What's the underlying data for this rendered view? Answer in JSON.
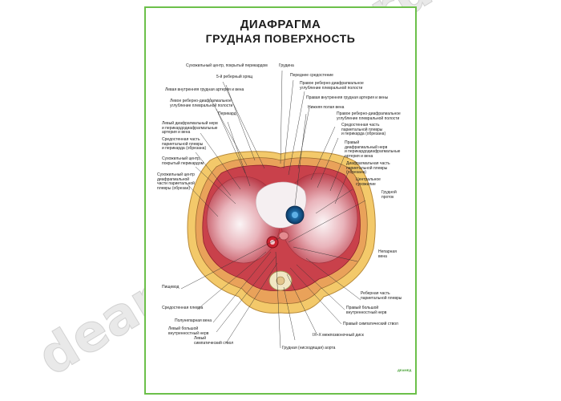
{
  "poster": {
    "title_line1": "ДИАФРАГМА",
    "title_line2": "ГРУДНАЯ ПОВЕРХНОСТЬ",
    "watermark_text": "deamed.ru",
    "logo_text": "ДЕАМЕД"
  },
  "labels": {
    "l01": "Сухожильный центр, покрытый перикардом",
    "l02": "Грудина",
    "l03": "5-й реберный хрящ",
    "l04": "Переднее средостение",
    "l05": "Левая внутренняя грудная артерия и вена",
    "l06": "Правое реберно-диафрагмальное\nуглубление плевральной полости",
    "l07": "Левое реберно-диафрагмальное\nуглубление плевральной полости",
    "l08": "Правая внутренняя грудная артерия и вены",
    "l09": "Нижняя полая вена",
    "l10": "Перикард",
    "l11": "Правое реберно-диафрагмальное\nуглубление плевральной полости",
    "l12": "Левый диафрагмальный нерв\nи перикардодиафрагмальные\nартерия и вена",
    "l13": "Средостенная часть\nпариетальной плевры\nи перикарда (обрезана)",
    "l14": "Средостенная часть\nпариетальной плевры\nи перикарда (обрезана)",
    "l15": "Правый\nдиафрагмальный нерв\nи перикардодиафрагмальные\nартерия и вена",
    "l16": "Сухожильный центр,\nпокрытый перикардом",
    "l17": "Диафрагмальная часть\nпариетальной плевры\n(обрезана)",
    "l18": "Сухожильный центр\nдиафрагмальной\nчасти париетальной\nплевры (обрезан)",
    "l19": "Центральное\nсухожилие",
    "l20": "Грудной\nпроток",
    "l21": "Непарная\nвена",
    "l22": "Пищевод",
    "l23": "Реберная часть\nпариетальной плевры",
    "l24": "Средостенная плевра",
    "l25": "Правый большой\nвнутренностный нерв",
    "l26": "Полунепарная вена",
    "l27": "Правый симпатический ствол",
    "l28": "Левый большой\nвнутренностный нерв",
    "l29": "Левый\nсимпатический ствол",
    "l30": "IX–X межпозвоночный диск",
    "l31": "Грудная (нисходящая) аорта"
  },
  "colors": {
    "frame": "#6cc04a",
    "muscle": "#c9414b",
    "tendon": "#f3eef0",
    "fat": "#f3c96a",
    "ivc": "#1d6aa5",
    "aorta": "#cc2230"
  },
  "icons": [
    "aorta-marker-icon",
    "ivc-marker-icon"
  ]
}
